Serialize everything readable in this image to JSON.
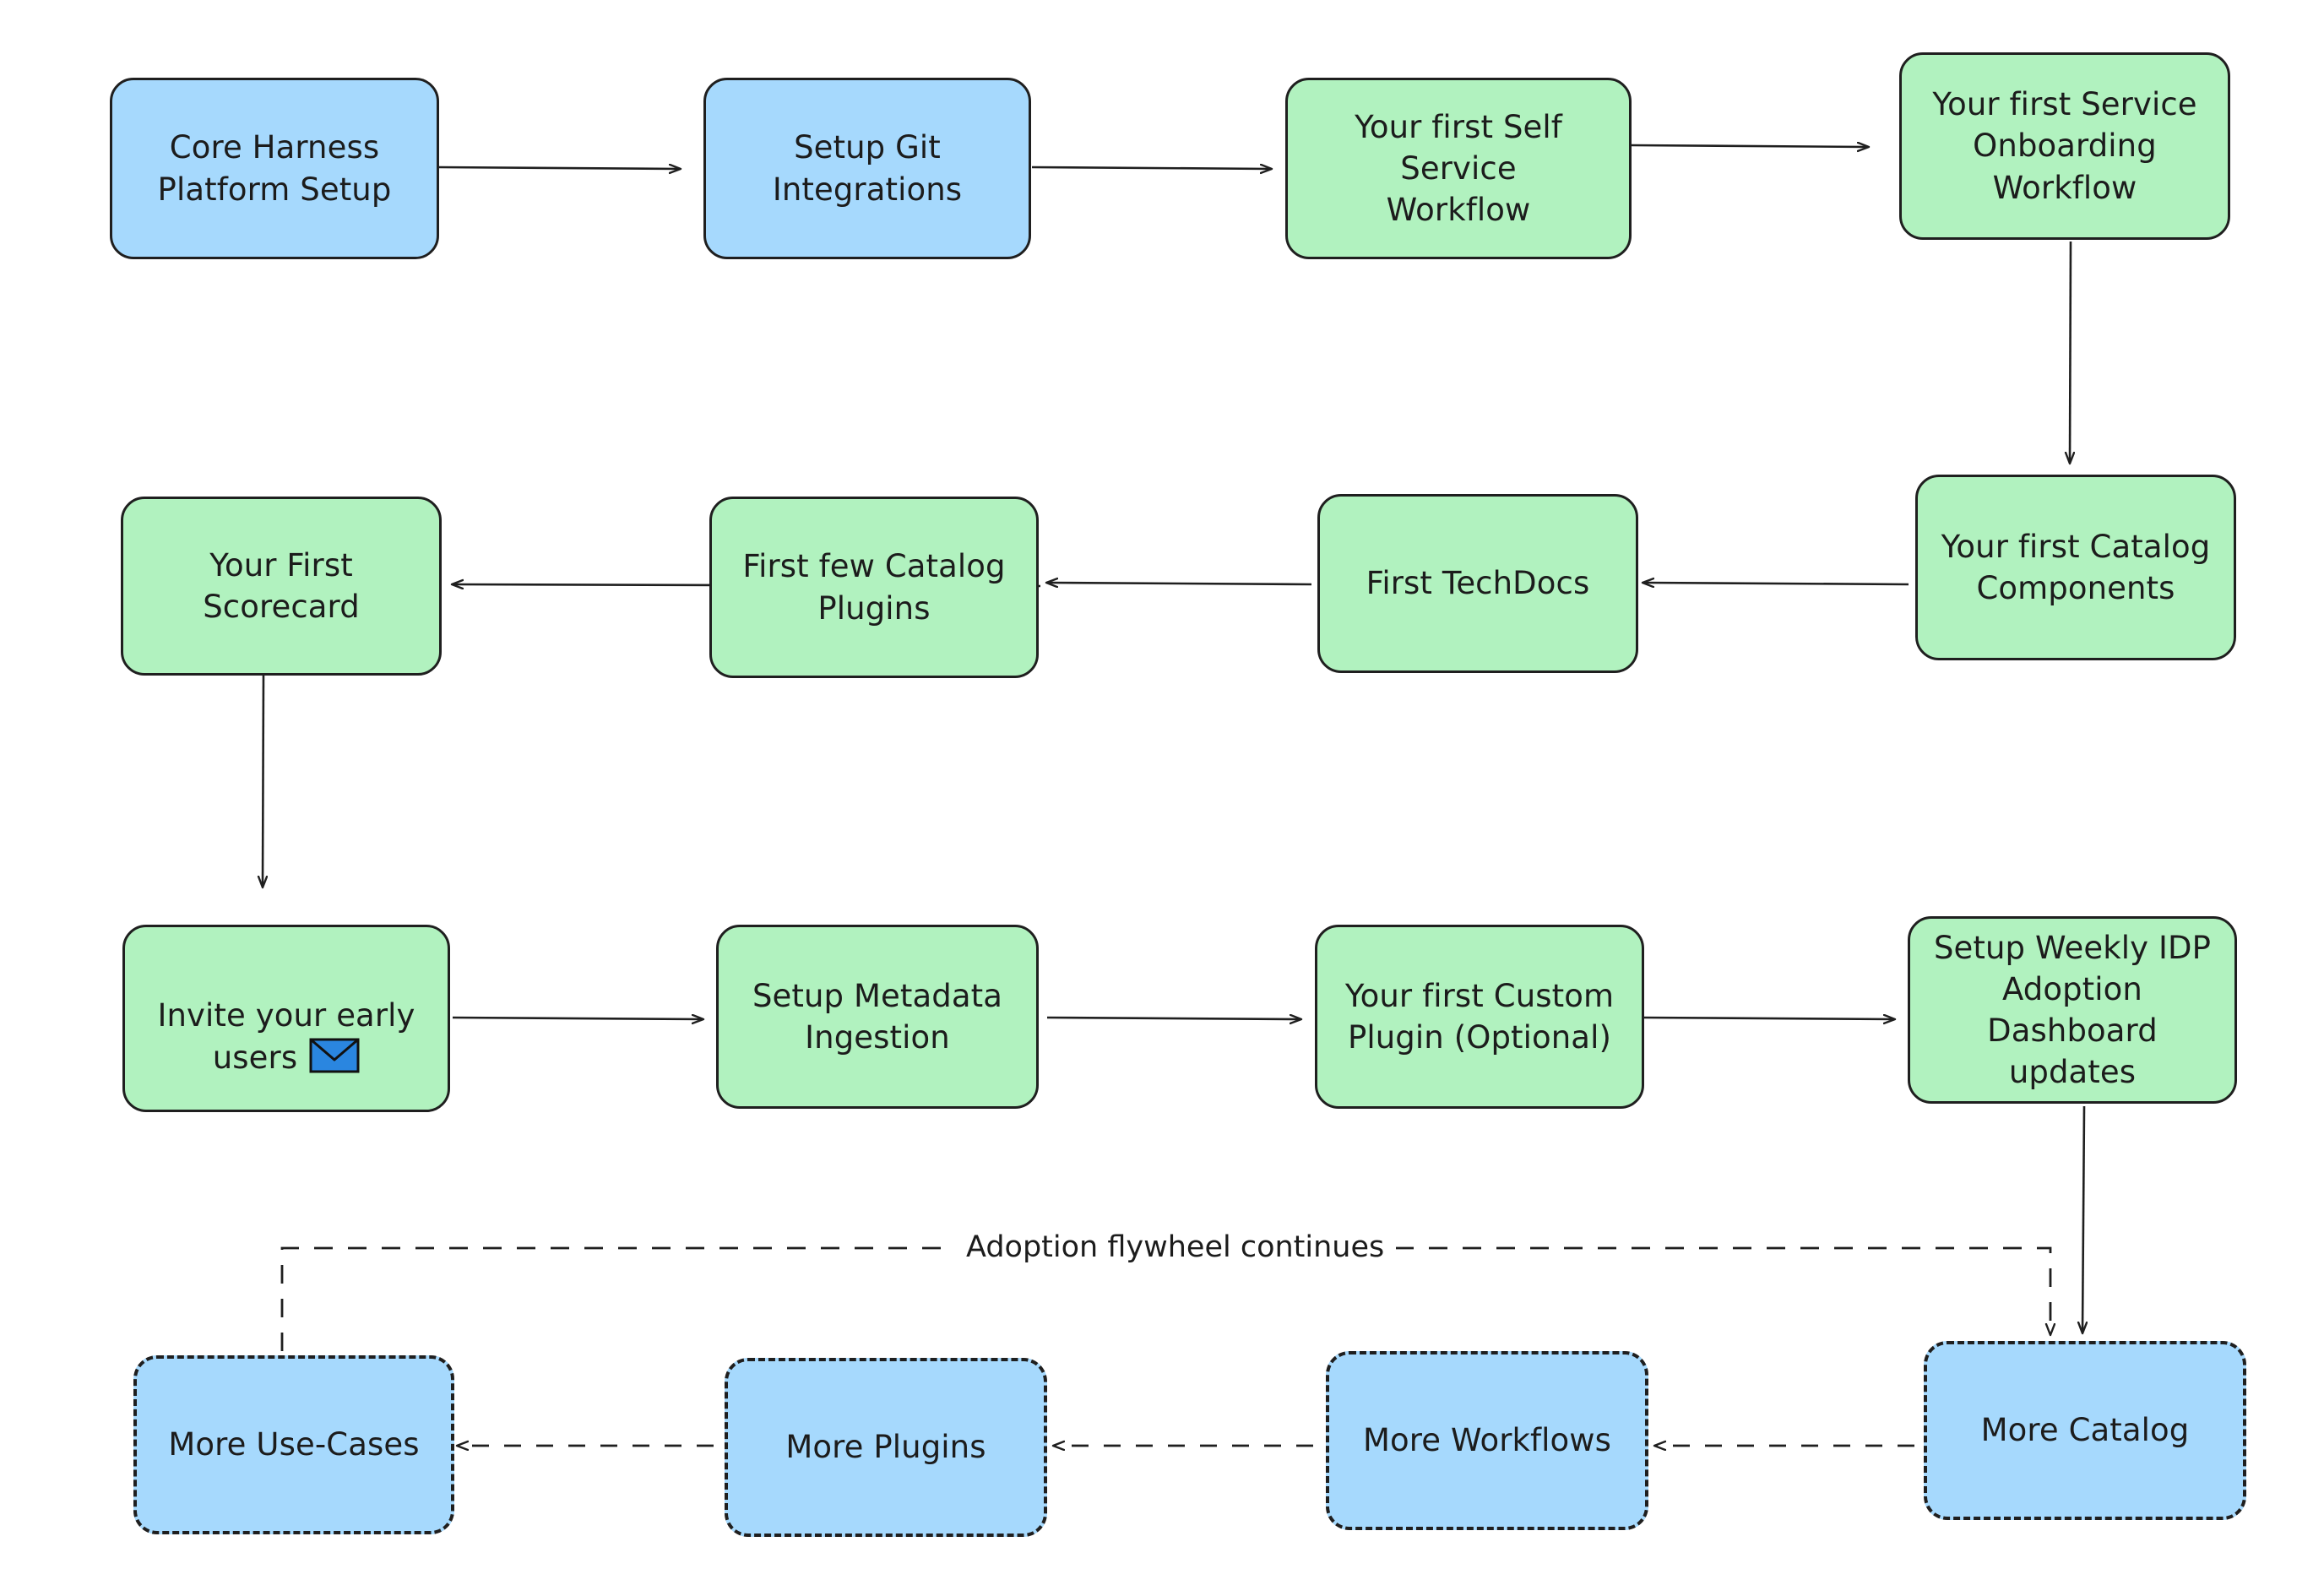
{
  "diagram": {
    "title": "Harness IDP adoption flywheel flowchart",
    "type": "flowchart",
    "background_color": "#ffffff",
    "colors": {
      "blue_fill": "#A6D9FD",
      "green_fill": "#B1F2BF",
      "stroke": "#1f1f1f",
      "text": "#1c1c1c",
      "envelope_blue": "#2a86e0"
    },
    "nodes": [
      {
        "id": "core-harness-platform-setup",
        "label": "Core Harness\nPlatform Setup",
        "style": "blue",
        "border": "solid",
        "row": 1
      },
      {
        "id": "setup-git-integrations",
        "label": "Setup Git\nIntegrations",
        "style": "blue",
        "border": "solid",
        "row": 1
      },
      {
        "id": "your-first-self-service-workflow",
        "label": "Your first Self Service\nWorkflow",
        "style": "green",
        "border": "solid",
        "row": 1
      },
      {
        "id": "your-first-service-onboarding-workflow",
        "label": "Your first Service\nOnboarding\nWorkflow",
        "style": "green",
        "border": "solid",
        "row": 1
      },
      {
        "id": "your-first-scorecard",
        "label": "Your First Scorecard",
        "style": "green",
        "border": "solid",
        "row": 2
      },
      {
        "id": "first-few-catalog-plugins",
        "label": "First few Catalog\nPlugins",
        "style": "green",
        "border": "solid",
        "row": 2
      },
      {
        "id": "first-techdocs",
        "label": "First TechDocs",
        "style": "green",
        "border": "solid",
        "row": 2
      },
      {
        "id": "your-first-catalog-components",
        "label": "Your first Catalog\nComponents",
        "style": "green",
        "border": "solid",
        "row": 2
      },
      {
        "id": "invite-your-early-users",
        "label": "Invite your early\nusers",
        "style": "green",
        "border": "solid",
        "row": 3,
        "icon": "envelope-icon"
      },
      {
        "id": "setup-metadata-ingestion",
        "label": "Setup Metadata\nIngestion",
        "style": "green",
        "border": "solid",
        "row": 3
      },
      {
        "id": "your-first-custom-plugin-optional",
        "label": "Your first Custom\nPlugin (Optional)",
        "style": "green",
        "border": "solid",
        "row": 3
      },
      {
        "id": "setup-weekly-idp-adoption-dashboard-updates",
        "label": "Setup Weekly IDP\nAdoption Dashboard\nupdates",
        "style": "green",
        "border": "solid",
        "row": 3
      },
      {
        "id": "more-use-cases",
        "label": "More Use-Cases",
        "style": "blue",
        "border": "dashed",
        "row": 4
      },
      {
        "id": "more-plugins",
        "label": "More Plugins",
        "style": "blue",
        "border": "dashed",
        "row": 4
      },
      {
        "id": "more-workflows",
        "label": "More Workflows",
        "style": "blue",
        "border": "dashed",
        "row": 4
      },
      {
        "id": "more-catalog",
        "label": "More Catalog",
        "style": "blue",
        "border": "dashed",
        "row": 4
      }
    ],
    "edges": [
      {
        "from": "core-harness-platform-setup",
        "to": "setup-git-integrations",
        "style": "solid",
        "label": ""
      },
      {
        "from": "setup-git-integrations",
        "to": "your-first-self-service-workflow",
        "style": "solid",
        "label": ""
      },
      {
        "from": "your-first-self-service-workflow",
        "to": "your-first-service-onboarding-workflow",
        "style": "solid",
        "label": ""
      },
      {
        "from": "your-first-service-onboarding-workflow",
        "to": "your-first-catalog-components",
        "style": "solid",
        "label": ""
      },
      {
        "from": "your-first-catalog-components",
        "to": "first-techdocs",
        "style": "solid",
        "label": ""
      },
      {
        "from": "first-techdocs",
        "to": "first-few-catalog-plugins",
        "style": "solid",
        "label": ""
      },
      {
        "from": "first-few-catalog-plugins",
        "to": "your-first-scorecard",
        "style": "solid",
        "label": ""
      },
      {
        "from": "your-first-scorecard",
        "to": "invite-your-early-users",
        "style": "solid",
        "label": ""
      },
      {
        "from": "invite-your-early-users",
        "to": "setup-metadata-ingestion",
        "style": "solid",
        "label": ""
      },
      {
        "from": "setup-metadata-ingestion",
        "to": "your-first-custom-plugin-optional",
        "style": "solid",
        "label": ""
      },
      {
        "from": "your-first-custom-plugin-optional",
        "to": "setup-weekly-idp-adoption-dashboard-updates",
        "style": "solid",
        "label": ""
      },
      {
        "from": "setup-weekly-idp-adoption-dashboard-updates",
        "to": "more-catalog",
        "style": "solid",
        "label": ""
      },
      {
        "from": "more-catalog",
        "to": "more-workflows",
        "style": "dashed",
        "label": ""
      },
      {
        "from": "more-workflows",
        "to": "more-plugins",
        "style": "dashed",
        "label": ""
      },
      {
        "from": "more-plugins",
        "to": "more-use-cases",
        "style": "dashed",
        "label": ""
      },
      {
        "from": "more-use-cases",
        "to": "more-catalog",
        "style": "dashed",
        "label": "Adoption flywheel continues"
      }
    ],
    "edge_labels": [
      {
        "id": "adoption-flywheel-continues",
        "text": "Adoption flywheel continues"
      }
    ]
  }
}
